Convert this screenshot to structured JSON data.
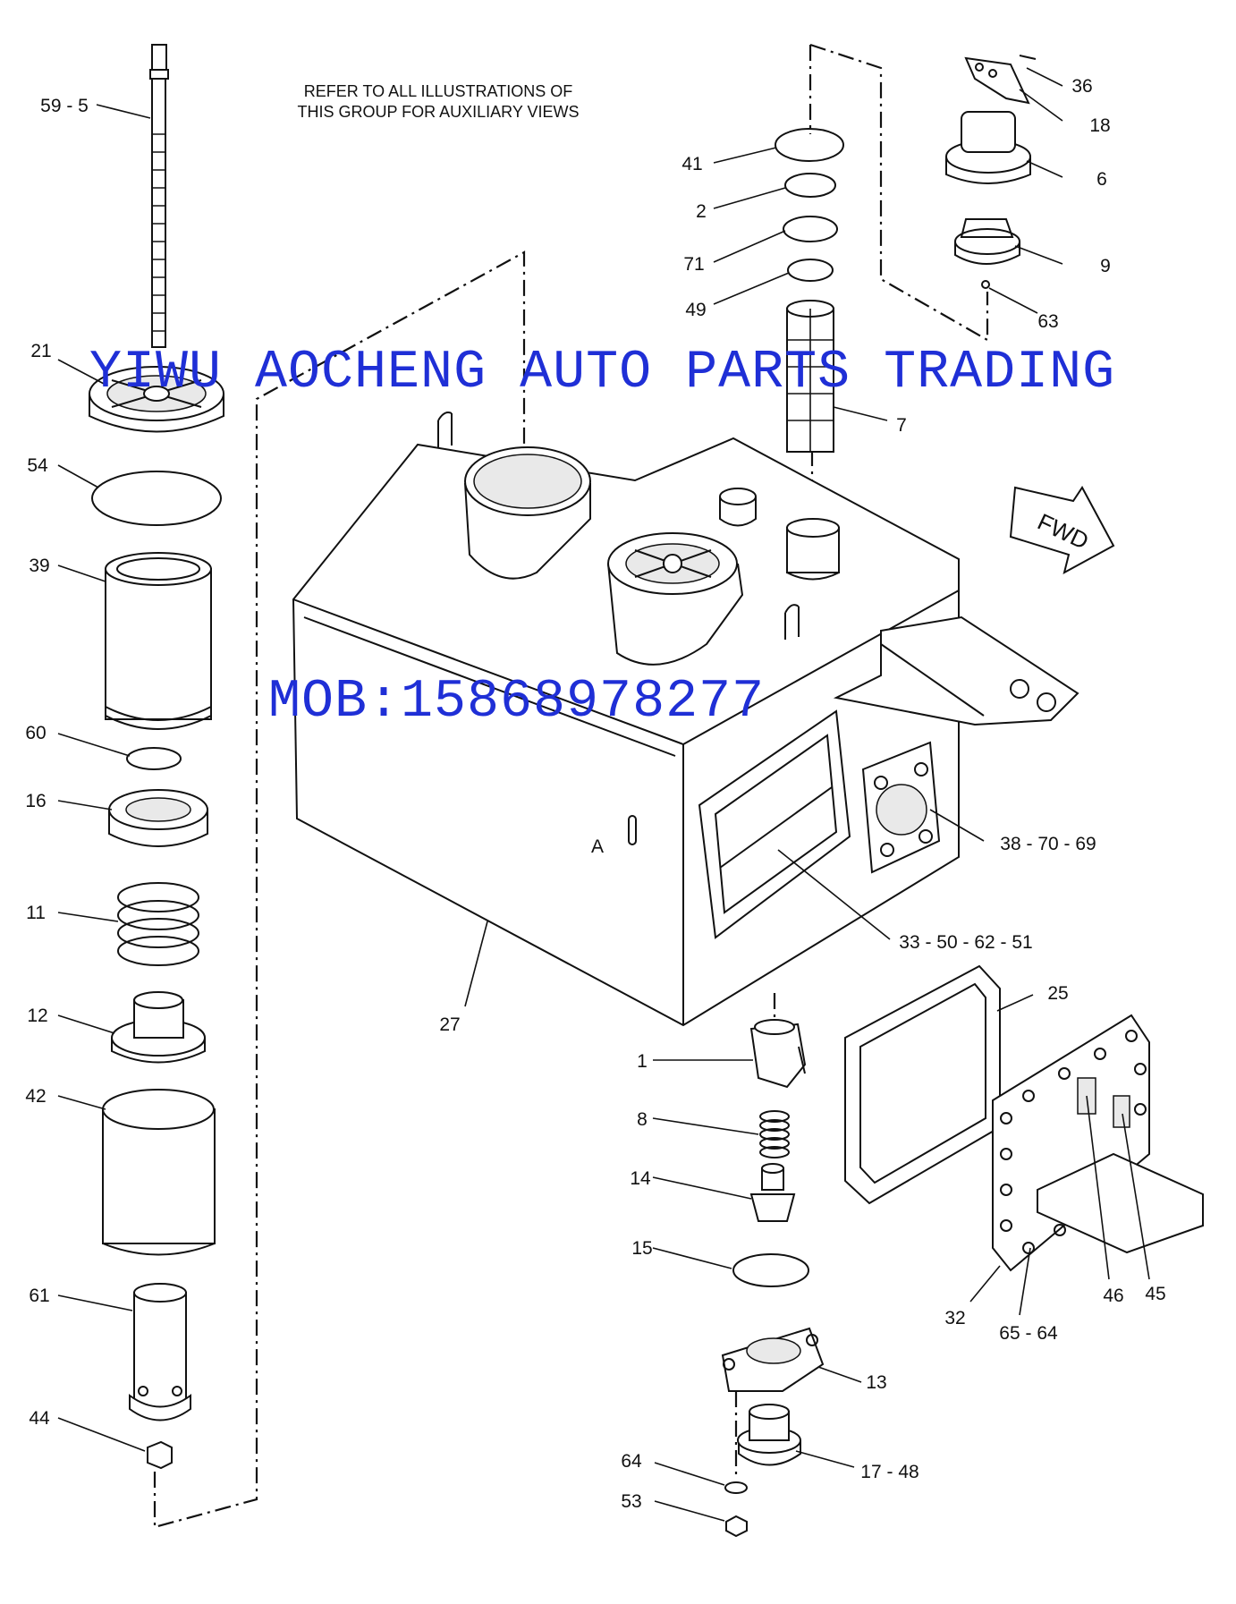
{
  "note": {
    "line1": "REFER TO ALL ILLUSTRATIONS OF",
    "line2": "THIS GROUP FOR AUXILIARY VIEWS"
  },
  "watermark": {
    "company": "YIWU AOCHENG AUTO PARTS TRADING",
    "phone": "MOB:15868978277"
  },
  "fwd_label": "FWD",
  "view_label": "A",
  "callouts": [
    {
      "id": "59-5",
      "text": "59 - 5"
    },
    {
      "id": "21",
      "text": "21"
    },
    {
      "id": "54",
      "text": "54"
    },
    {
      "id": "39",
      "text": "39"
    },
    {
      "id": "60",
      "text": "60"
    },
    {
      "id": "16",
      "text": "16"
    },
    {
      "id": "11",
      "text": "11"
    },
    {
      "id": "12",
      "text": "12"
    },
    {
      "id": "42",
      "text": "42"
    },
    {
      "id": "61",
      "text": "61"
    },
    {
      "id": "44",
      "text": "44"
    },
    {
      "id": "41",
      "text": "41"
    },
    {
      "id": "2",
      "text": "2"
    },
    {
      "id": "71",
      "text": "71"
    },
    {
      "id": "49",
      "text": "49"
    },
    {
      "id": "7",
      "text": "7"
    },
    {
      "id": "36",
      "text": "36"
    },
    {
      "id": "18",
      "text": "18"
    },
    {
      "id": "6",
      "text": "6"
    },
    {
      "id": "9",
      "text": "9"
    },
    {
      "id": "63",
      "text": "63"
    },
    {
      "id": "38-70-69",
      "text": "38 - 70 - 69"
    },
    {
      "id": "33-50-62-51",
      "text": "33 - 50 - 62 - 51"
    },
    {
      "id": "25",
      "text": "25"
    },
    {
      "id": "27",
      "text": "27"
    },
    {
      "id": "1",
      "text": "1"
    },
    {
      "id": "8",
      "text": "8"
    },
    {
      "id": "14",
      "text": "14"
    },
    {
      "id": "15",
      "text": "15"
    },
    {
      "id": "13",
      "text": "13"
    },
    {
      "id": "64",
      "text": "64"
    },
    {
      "id": "53",
      "text": "53"
    },
    {
      "id": "17-48",
      "text": "17 - 48"
    },
    {
      "id": "32",
      "text": "32"
    },
    {
      "id": "65-64",
      "text": "65 - 64"
    },
    {
      "id": "46",
      "text": "46"
    },
    {
      "id": "45",
      "text": "45"
    }
  ]
}
